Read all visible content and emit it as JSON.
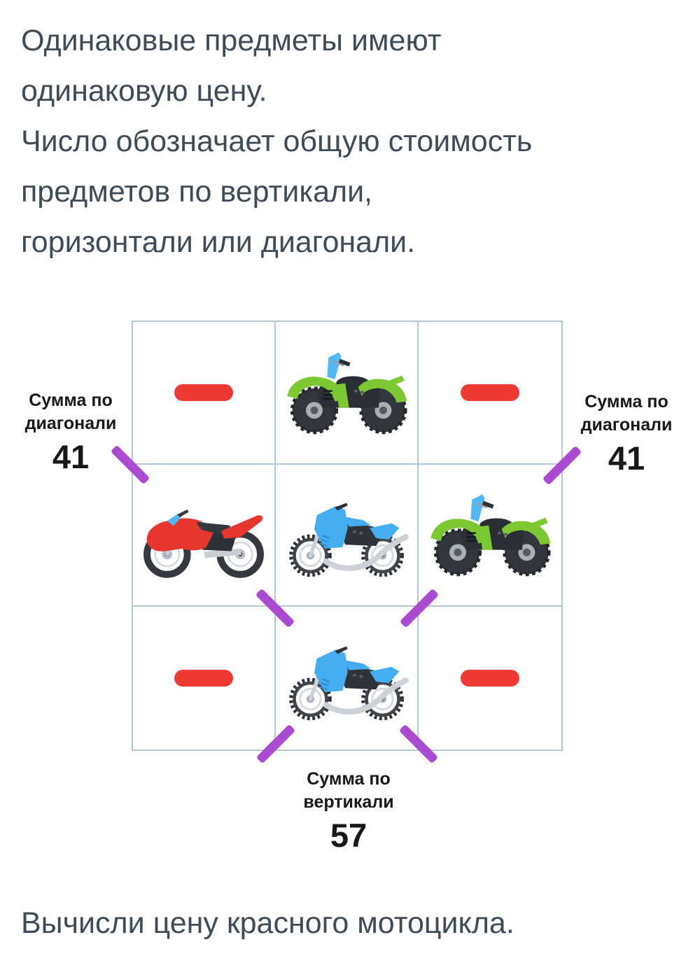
{
  "instructions": {
    "p1": [
      "Одинаковые предметы имеют",
      "одинаковую цену."
    ],
    "p2": [
      "Число обозначает общую стоимость",
      "предметов по вертикали,",
      "горизонтали или диагонали."
    ]
  },
  "puzzle": {
    "grid_rows": [
      [
        "red-dash",
        "green-quad-bike",
        "red-dash"
      ],
      [
        "red-motorcycle",
        "blue-dirt-bike",
        "green-quad-bike"
      ],
      [
        "red-dash",
        "blue-dirt-bike",
        "red-dash"
      ]
    ],
    "labels": {
      "left_diagonal": {
        "title_line1": "Сумма по",
        "title_line2": "диагонали",
        "value": "41"
      },
      "right_diagonal": {
        "title_line1": "Сумма по",
        "title_line2": "диагонали",
        "value": "41"
      },
      "bottom_vertical": {
        "title_line1": "Сумма по",
        "title_line2": "вертикали",
        "value": "57"
      }
    },
    "icons": {
      "red_dash": "red-dash",
      "green_quad": "green-quad-bike-icon",
      "blue_dirt_bike": "blue-dirt-bike-icon",
      "red_motorcycle": "red-motorcycle-icon",
      "diagonal_mark": "purple-diagonal-mark"
    },
    "colors": {
      "instruction_text": "#3f4b57",
      "label_text": "#17181a",
      "grid_line": "#b4c7d7",
      "dash_red": "#ee3a33",
      "diagonal_mark_purple": "#ab4bd1",
      "vehicle_red": "#e6362e",
      "vehicle_blue": "#45aef0",
      "vehicle_green": "#7cc832"
    }
  },
  "question": "Вычисли цену красного мотоцикла."
}
